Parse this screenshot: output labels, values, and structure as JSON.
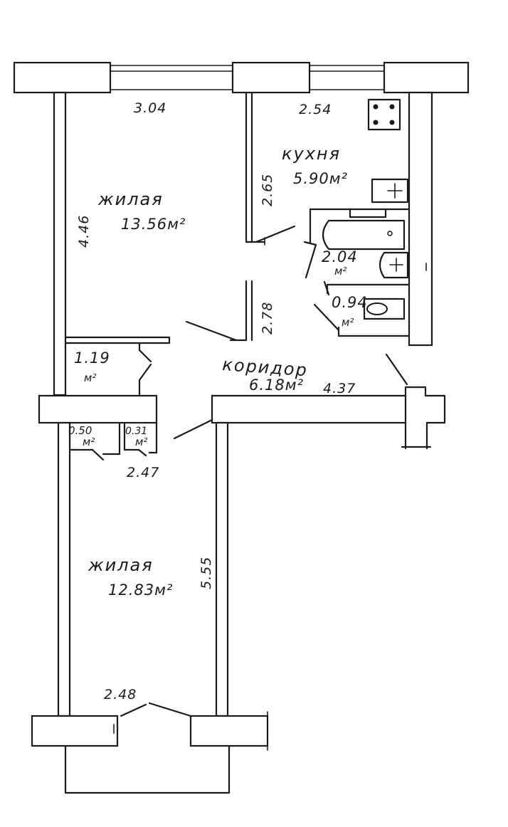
{
  "rooms": {
    "living_top": {
      "label": "жилая",
      "area": "13.56м²"
    },
    "kitchen": {
      "label": "кухня",
      "area": "5.90м²"
    },
    "bath": {
      "area": "2.04",
      "unit": "м²"
    },
    "wc": {
      "area": "0.94",
      "unit": "м²"
    },
    "closet_large": {
      "area": "1.19",
      "unit": "м²"
    },
    "closet_a": {
      "area": "0.50",
      "unit": "м²"
    },
    "closet_b": {
      "area": "0.31",
      "unit": "м²"
    },
    "corridor": {
      "label": "коридор",
      "area": "6.18м²"
    },
    "living_bottom": {
      "label": "жилая",
      "area": "12.83м²"
    }
  },
  "dimensions": {
    "top_left_width": "3.04",
    "top_right_width": "2.54",
    "left_height": "4.46",
    "kitchen_height": "2.65",
    "partition_height": "2.78",
    "corridor_length": "4.37",
    "closets_width": "2.47",
    "bottom_height": "5.55",
    "bottom_width": "2.48"
  }
}
